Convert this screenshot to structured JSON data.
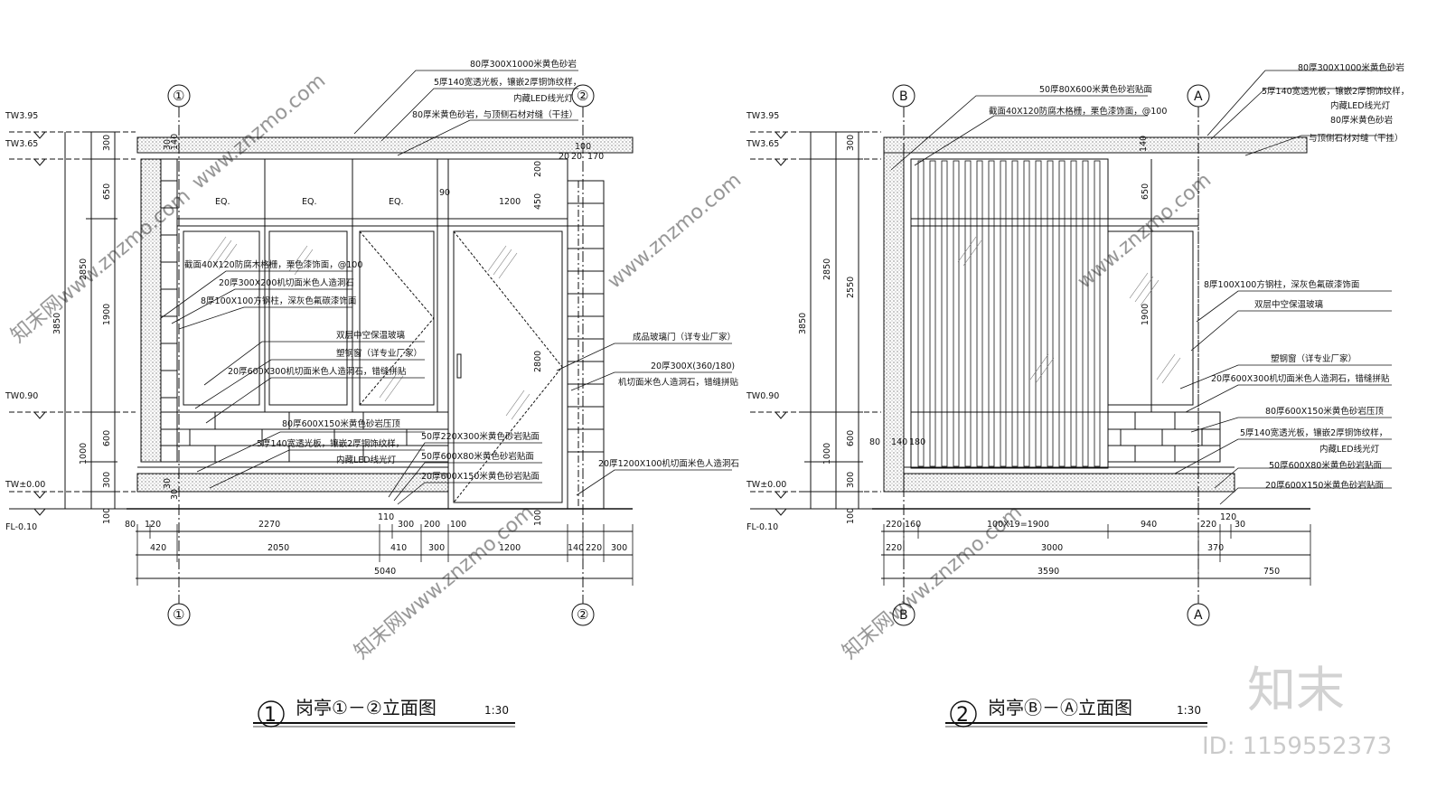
{
  "elevation1": {
    "levels": [
      "TW3.95",
      "TW3.65",
      "TW0.90",
      "TW±0.00",
      "FL-0.10"
    ],
    "axis_left": "①",
    "axis_right": "②",
    "annotations": [
      "80厚300X1000米黄色砂岩",
      "5厚140宽透光板，镶嵌2厚铜饰纹样，",
      "内藏LED线光灯",
      "80厚米黄色砂岩，与顶侧石材对缝（干挂）",
      "截面40X120防腐木格栅，栗色漆饰面，@100",
      "20厚300X200机切面米色人造洞石",
      "8厚100X100方钢柱，深灰色氟碳漆饰面",
      "双层中空保温玻璃",
      "塑钢窗（详专业厂家）",
      "20厚600X300机切面米色人造洞石，错缝拼贴",
      "80厚600X150米黄色砂岩压顶",
      "5厚140宽透光板，镶嵌2厚铜饰纹样，",
      "内藏LED线光灯",
      "成品玻璃门（详专业厂家）",
      "20厚300X(360/180)",
      "机切面米色人造洞石，错缝拼贴",
      "50厚220X300米黄色砂岩贴面",
      "50厚600X80米黄色砂岩贴面",
      "20厚600X150米黄色砂岩贴面",
      "20厚1200X100机切面米色人造洞石"
    ],
    "v_dims": [
      "300",
      "650",
      "1900",
      "600",
      "1000",
      "300",
      "100",
      "2850",
      "3850",
      "2800",
      "450",
      "200",
      "30",
      "30",
      "140",
      "30"
    ],
    "h_dims_row1": [
      "80",
      "120",
      "2270",
      "110",
      "300",
      "200",
      "100"
    ],
    "h_dims_row2": [
      "420",
      "2050",
      "410",
      "300",
      "1200",
      "140",
      "220",
      "300"
    ],
    "h_dims_row3": [
      "5040"
    ],
    "inner_dims": [
      "EQ.",
      "EQ.",
      "EQ.",
      "90",
      "1200",
      "20",
      "20",
      "170",
      "100",
      "100"
    ],
    "title_num": "1",
    "title_text": "岗亭①－②立面图",
    "scale": "1:30"
  },
  "elevation2": {
    "levels": [
      "TW3.95",
      "TW3.65",
      "TW0.90",
      "TW±0.00",
      "FL-0.10"
    ],
    "axis_left": "B",
    "axis_right": "A",
    "annotations": [
      "80厚300X1000米黄色砂岩",
      "50厚80X600米黄色砂岩贴面",
      "5厚140宽透光板，镶嵌2厚铜饰纹样，",
      "内藏LED线光灯",
      "截面40X120防腐木格栅，栗色漆饰面，@100",
      "80厚米黄色砂岩",
      "与顶侧石材对缝（干挂）",
      "8厚100X100方钢柱，深灰色氟碳漆饰面",
      "双层中空保温玻璃",
      "塑钢窗（详专业厂家）",
      "20厚600X300机切面米色人造洞石，错缝拼贴",
      "80厚600X150米黄色砂岩压顶",
      "5厚140宽透光板，镶嵌2厚铜饰纹样，",
      "内藏LED线光灯",
      "50厚600X80米黄色砂岩贴面",
      "20厚600X150米黄色砂岩贴面"
    ],
    "v_dims": [
      "300",
      "2550",
      "600",
      "1000",
      "300",
      "100",
      "2850",
      "3850",
      "650",
      "1900",
      "140",
      "80",
      "140",
      "180"
    ],
    "h_dims_row1": [
      "220",
      "160",
      "100X19=1900",
      "940",
      "220",
      "120",
      "30"
    ],
    "h_dims_row2": [
      "220",
      "3000",
      "370"
    ],
    "h_dims_row3": [
      "3590",
      "750"
    ],
    "title_num": "2",
    "title_text": "岗亭Ⓑ－Ⓐ立面图",
    "scale": "1:30"
  },
  "watermark": {
    "brand": "知末",
    "id": "ID: 1159552373",
    "site": "www.znzmo.com",
    "diag": "知末网www.znzmo.com"
  },
  "colors": {
    "line": "#111111",
    "hatch": "#6a6a6a",
    "water": "#c7c7c7"
  }
}
